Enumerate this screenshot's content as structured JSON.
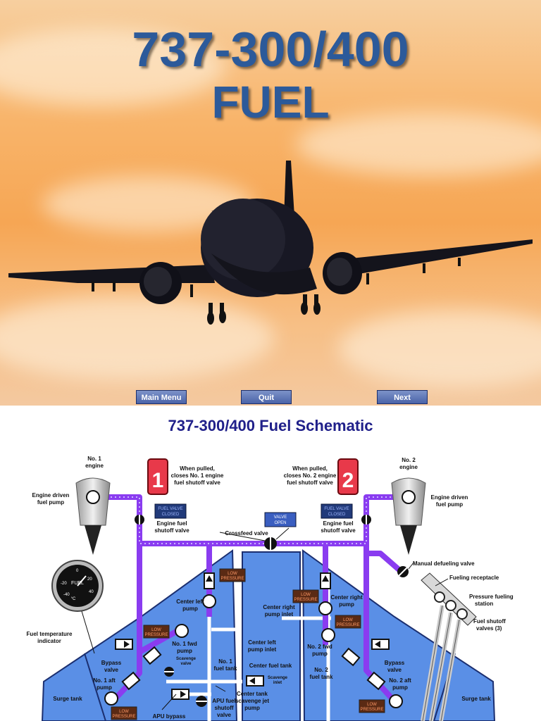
{
  "hero": {
    "title_line1": "737-300/400",
    "title_line2": "FUEL"
  },
  "nav": {
    "main_menu": "Main Menu",
    "quit": "Quit",
    "next": "Next"
  },
  "schematic": {
    "title": "737-300/400 Fuel Schematic",
    "handle1_number": "1",
    "handle2_number": "2",
    "light_fuel_valve_closed_1": "FUEL VALVE",
    "light_fuel_valve_closed_2": "CLOSED",
    "light_valve_open_1": "VALVE",
    "light_valve_open_2": "OPEN",
    "light_low_1": "LOW",
    "light_low_2": "PRESSURE",
    "labels": {
      "no1_engine_1": "No. 1",
      "no1_engine_2": "engine",
      "no2_engine_1": "No. 2",
      "no2_engine_2": "engine",
      "edp_left_1": "Engine driven",
      "edp_left_2": "fuel pump",
      "edp_right_1": "Engine driven",
      "edp_right_2": "fuel pump",
      "pull1_1": "When pulled,",
      "pull1_2": "closes No. 1 engine",
      "pull1_3": "fuel shutoff valve",
      "pull2_1": "When pulled,",
      "pull2_2": "closes No. 2 engine",
      "pull2_3": "fuel shutoff valve",
      "esv_left_1": "Engine fuel",
      "esv_left_2": "shutoff valve",
      "esv_right_1": "Engine fuel",
      "esv_right_2": "shutoff valve",
      "crossfeed": "Crossfeed valve",
      "manual_defuel": "Manual defueling valve",
      "fueling_receptacle": "Fueling receptacle",
      "pressure_fueling_1": "Pressure fueling",
      "pressure_fueling_2": "station",
      "fuel_shutoff_1": "Fuel shutoff",
      "fuel_shutoff_2": "valves (3)",
      "center_left_pump_1": "Center left",
      "center_left_pump_2": "pump",
      "center_right_pump_1": "Center right",
      "center_right_pump_2": "pump",
      "center_right_inlet_1": "Center right",
      "center_right_inlet_2": "pump inlet",
      "center_left_inlet_1": "Center left",
      "center_left_inlet_2": "pump inlet",
      "center_fuel_tank": "Center fuel tank",
      "fuel_temp_1": "Fuel temperature",
      "fuel_temp_2": "indicator",
      "no1_fwd_1": "No. 1 fwd",
      "no1_fwd_2": "pump",
      "no2_fwd_1": "No. 2 fwd",
      "no2_fwd_2": "pump",
      "scavenge_valve_1": "Scavenge",
      "scavenge_valve_2": "valve",
      "scavenge_inlet_1": "Scavenge",
      "scavenge_inlet_2": "inlet",
      "no1_tank_1": "No. 1",
      "no1_tank_2": "fuel tank",
      "no2_tank_1": "No. 2",
      "no2_tank_2": "fuel tank",
      "bypass_left_1": "Bypass",
      "bypass_left_2": "valve",
      "bypass_right_1": "Bypass",
      "bypass_right_2": "valve",
      "no1_aft_1": "No. 1 aft",
      "no1_aft_2": "pump",
      "no2_aft_1": "No. 2 aft",
      "no2_aft_2": "pump",
      "surge_left": "Surge tank",
      "surge_right": "Surge tank",
      "apu_shutoff_1": "APU fuel",
      "apu_shutoff_2": "shutoff",
      "apu_shutoff_3": "valve",
      "center_jet_1": "Center tank",
      "center_jet_2": "scavenge jet",
      "center_jet_3": "pump",
      "apu_bypass": "APU bypass"
    },
    "gauge": {
      "label": "FUEL",
      "unit": "°C",
      "ticks": [
        "-40",
        "-20",
        "0",
        "20",
        "40"
      ]
    },
    "colors": {
      "tank": "#5a8fe6",
      "fuel_line": "#8a3cf0",
      "panel": "#213a7a"
    }
  }
}
